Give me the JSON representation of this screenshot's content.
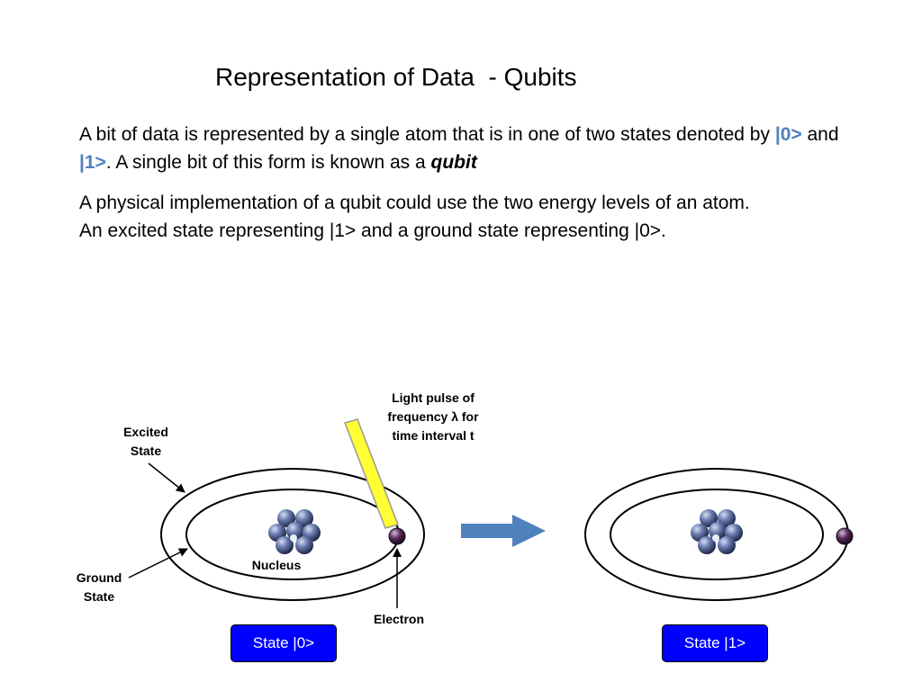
{
  "title": "Representation of Data  - Qubits",
  "para1": {
    "text_a": "A bit of data is represented by a single atom that is in one of two states denoted by ",
    "ket0": "|0>",
    "text_b": " and ",
    "ket1": "|1>",
    "text_c": ".  A single bit of this form is known as a ",
    "emphasis": "qubit"
  },
  "para2": {
    "line1": "A physical implementation of a qubit could use the two energy levels of an atom.",
    "line2": "An excited state representing |1> and a ground state representing |0>."
  },
  "diagram": {
    "light_pulse_label": [
      "Light pulse of",
      "frequency λ for",
      "time interval t"
    ],
    "excited_label": [
      "Excited",
      "State"
    ],
    "ground_label": [
      "Ground",
      "State"
    ],
    "nucleus_label": "Nucleus",
    "electron_label": "Electron",
    "state0_button": "State |0>",
    "state1_button": "State |1>"
  },
  "colors": {
    "ket": "#4f81bd",
    "arrow": "#4f81bd",
    "pulse": "#ffff33",
    "button": "#0000ff",
    "nucleus": "#5a6a9a",
    "electron": "#4a2a4a"
  }
}
